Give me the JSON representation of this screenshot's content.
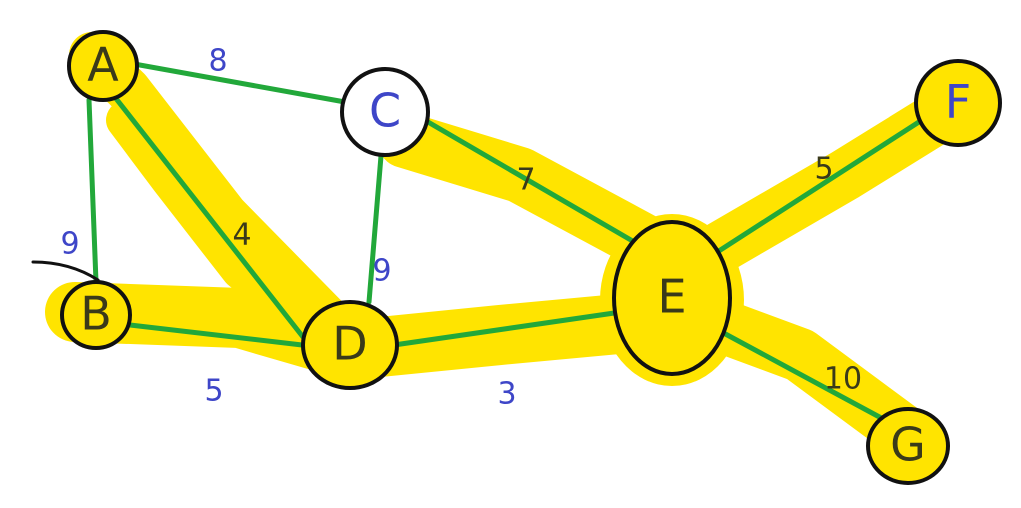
{
  "colors": {
    "highlight": "#FFE400",
    "edge": "#22A83A",
    "outline": "#111111",
    "label_dark": "#3a3a1a",
    "label_blue": "#3e46c8",
    "background": "#ffffff"
  },
  "nodes": [
    {
      "id": "A",
      "label": "A",
      "fill": "#FFE400",
      "label_color": "#3a3a1a"
    },
    {
      "id": "B",
      "label": "B",
      "fill": "#FFE400",
      "label_color": "#3a3a1a"
    },
    {
      "id": "C",
      "label": "C",
      "fill": "#ffffff",
      "label_color": "#3e46c8"
    },
    {
      "id": "D",
      "label": "D",
      "fill": "#FFE400",
      "label_color": "#3a3a1a"
    },
    {
      "id": "E",
      "label": "E",
      "fill": "#FFE400",
      "label_color": "#3a3a1a"
    },
    {
      "id": "F",
      "label": "F",
      "fill": "#FFE400",
      "label_color": "#3e46c8"
    },
    {
      "id": "G",
      "label": "G",
      "fill": "#FFE400",
      "label_color": "#3a3a1a"
    }
  ],
  "edges": [
    {
      "from": "A",
      "to": "C",
      "weight": "8",
      "highlighted": false,
      "weight_color": "#3e46c8"
    },
    {
      "from": "A",
      "to": "B",
      "weight": "9",
      "highlighted": false,
      "weight_color": "#3e46c8"
    },
    {
      "from": "A",
      "to": "D",
      "weight": "4",
      "highlighted": true,
      "weight_color": "#3a3a1a"
    },
    {
      "from": "C",
      "to": "D",
      "weight": "9",
      "highlighted": false,
      "weight_color": "#3e46c8"
    },
    {
      "from": "C",
      "to": "E",
      "weight": "7",
      "highlighted": true,
      "weight_color": "#3a3a1a"
    },
    {
      "from": "B",
      "to": "D",
      "weight": "5",
      "highlighted": true,
      "weight_color": "#3e46c8"
    },
    {
      "from": "D",
      "to": "E",
      "weight": "3",
      "highlighted": true,
      "weight_color": "#3e46c8"
    },
    {
      "from": "E",
      "to": "F",
      "weight": "5",
      "highlighted": true,
      "weight_color": "#3a3a1a"
    },
    {
      "from": "E",
      "to": "G",
      "weight": "10",
      "highlighted": true,
      "weight_color": "#3a3a1a"
    }
  ]
}
